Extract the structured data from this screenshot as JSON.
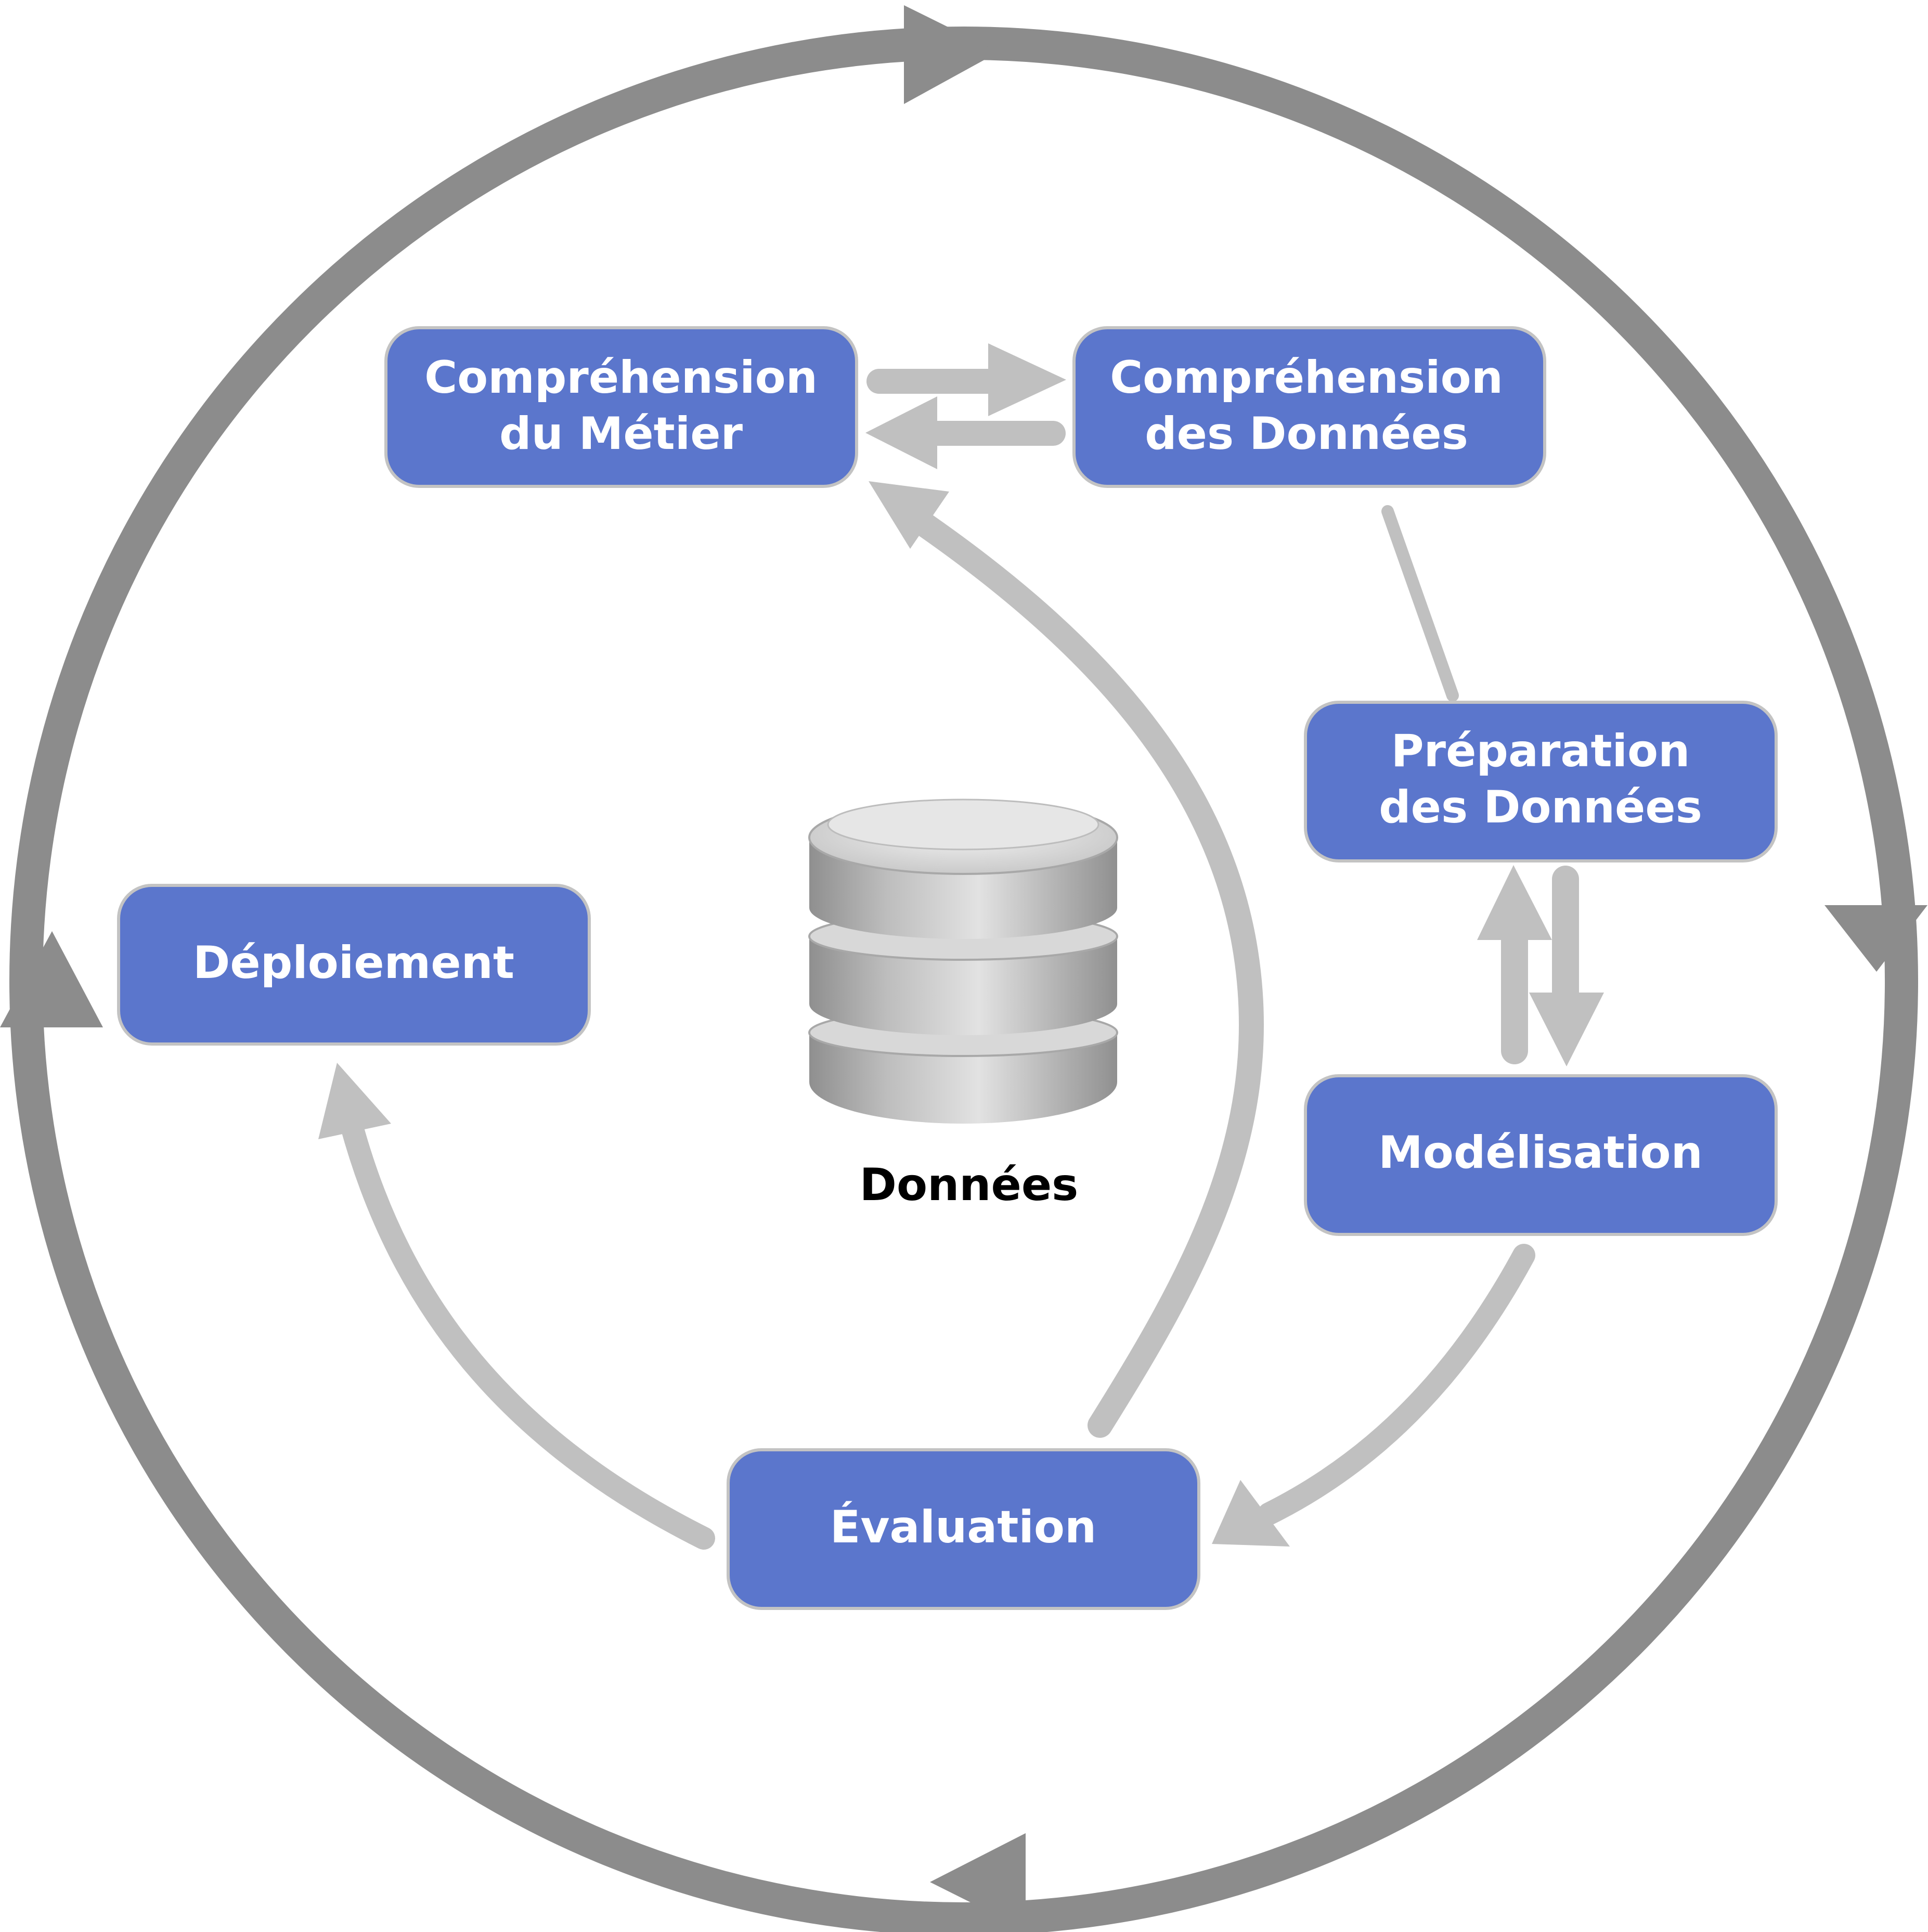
{
  "diagram": {
    "phases": {
      "business_understanding": {
        "line1": "Compréhension",
        "line2": "du Métier"
      },
      "data_understanding": {
        "line1": "Compréhension",
        "line2": "des Données"
      },
      "data_preparation": {
        "line1": "Préparation",
        "line2": "des Données"
      },
      "modeling": {
        "label": "Modélisation"
      },
      "evaluation": {
        "label": "Évaluation"
      },
      "deployment": {
        "label": "Déploiement"
      }
    },
    "data_store": {
      "label": "Données"
    },
    "colors": {
      "box_fill": "#5b76cc",
      "box_border": "#c3c3c3",
      "outer_cycle": "#8c8c8c",
      "inner_arrows": "#c0c0c0",
      "label_text": "#ffffff"
    }
  }
}
